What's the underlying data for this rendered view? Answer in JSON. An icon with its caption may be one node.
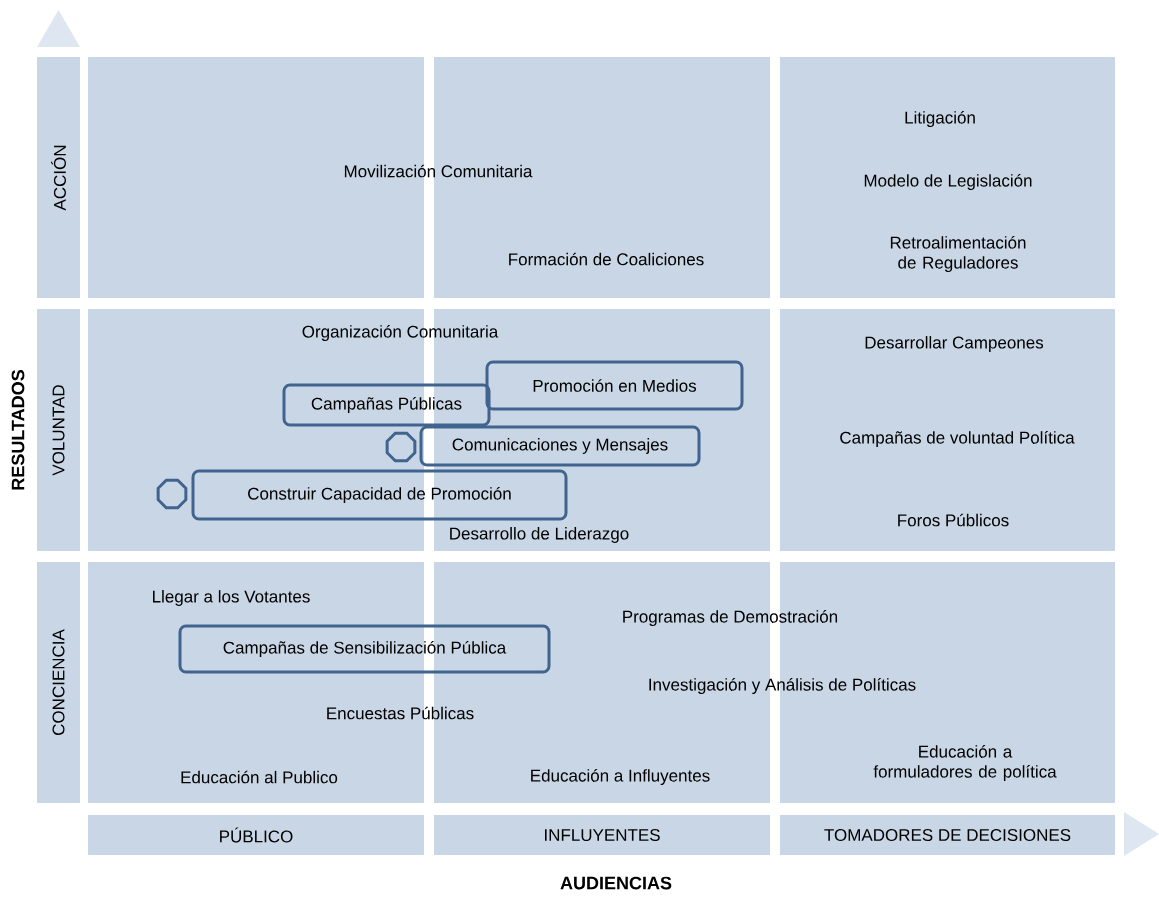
{
  "diagram": {
    "nodes": [
      {
        "text": [
          "ACCIÓN"
        ]
      },
      {
        "text": [
          "VOLUNTAD"
        ]
      },
      {
        "text": [
          "CONCIENCIA"
        ]
      },
      {
        "text": [
          "Promoción en Medios"
        ]
      },
      {
        "text": [
          "Campañas Públicas"
        ]
      },
      {
        "text": [],
        "shape": "octagon"
      },
      {
        "text": [
          "Comunicaciones y Mensajes"
        ]
      },
      {
        "text": [],
        "shape": "octagon"
      },
      {
        "text": [
          "Construir Capacidad de Promoción"
        ]
      },
      {
        "text": [
          "Campañas de Sensibilización Pública"
        ]
      },
      {
        "text": [
          "PÚBLICO"
        ]
      },
      {
        "text": [
          "INFLUYENTES"
        ]
      },
      {
        "text": [
          "TOMADORES DE DECISIONES"
        ]
      }
    ],
    "labels": [
      "Litigación",
      "Movilización Comunitaria",
      "Modelo de Legislación",
      "Retroalimentación de Reguladores",
      "Formación de Coaliciones",
      "Organización Comunitaria",
      "Desarrollar Campeones",
      "Campañas de voluntad Política",
      "Foros Públicos",
      "Desarrollo de Liderazgo",
      "RESULTADOS",
      "Llegar a los Votantes",
      "Programas de Demostración",
      "Investigación y Análisis de Políticas",
      "Encuestas Públicas",
      "Educación a formuladores de política",
      "Educación al Publico",
      "Educación a Influyentes",
      "AUDIENCIAS"
    ]
  }
}
